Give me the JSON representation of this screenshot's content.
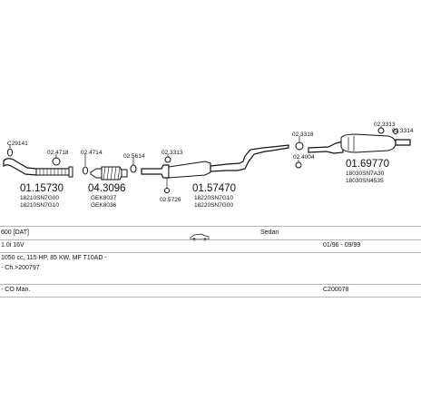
{
  "parts": {
    "c1": "C29141",
    "c2": "02.4718",
    "c3": "02.4714",
    "c4": "02.5614",
    "c5": "02.3313",
    "c6": "02.5726",
    "c7": "02.3318",
    "c8": "02.4004",
    "c9": "02.3313",
    "c10": "02.3314",
    "p1_no": "01.15730",
    "p1_r1": "18210SN7G00",
    "p1_r2": "18210SN7G10",
    "p2_no": "04.3096",
    "p2_r1": "GEK8037",
    "p2_r2": "GEK8036",
    "p3_no": "01.57470",
    "p3_r1": "18220SN7G10",
    "p3_r2": "18220SN7G00",
    "p4_no": "01.69770",
    "p4_r1": "18030SN7A30",
    "p4_r2": "18030SN4535"
  },
  "vehicle": {
    "model": "600 [DAT]",
    "body": "Sedan",
    "engine": "1.0i 16V",
    "years": "01/96 - 09/99",
    "spec": "1050 cc, 115 HP, 85 KW, MF T10AD -",
    "chassis": "- Ch.>200797",
    "catalyst": "- CO Man.",
    "ref": "C200078"
  },
  "icons": {
    "car": "car-side-icon"
  }
}
